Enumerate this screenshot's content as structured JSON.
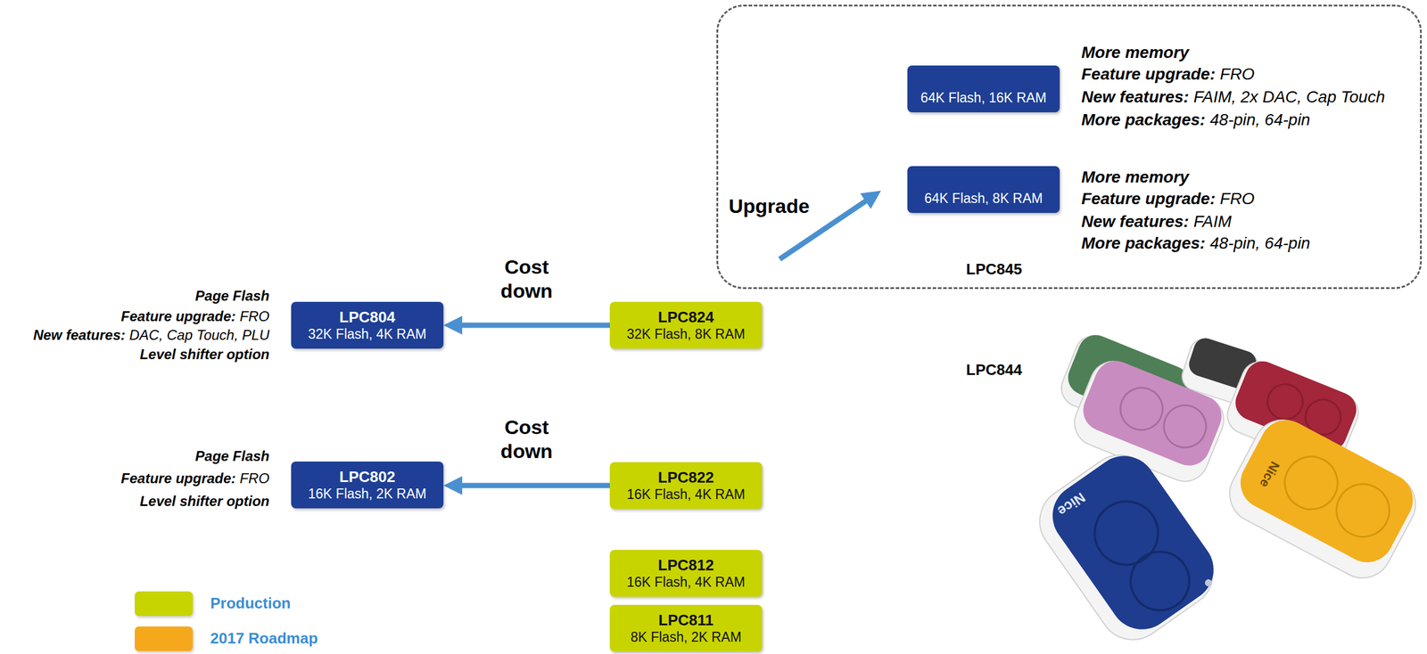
{
  "diagram": {
    "nodes": [
      {
        "text": [
          "Upgrade"
        ]
      },
      {
        "text": [
          "LPC845",
          "64K Flash, 16K RAM"
        ],
        "in": 0
      },
      {
        "text": [
          "LPC844",
          "64K Flash, 8K RAM"
        ],
        "in": 0
      },
      {
        "text": [
          "LPC804",
          "32K Flash, 4K RAM"
        ]
      },
      {
        "text": [
          "LPC824",
          "32K Flash, 8K RAM"
        ]
      },
      {
        "text": [
          "LPC802",
          "16K Flash, 2K RAM"
        ]
      },
      {
        "text": [
          "LPC822",
          "16K Flash, 4K RAM"
        ]
      },
      {
        "text": [
          "LPC812",
          "16K Flash, 4K RAM"
        ]
      },
      {
        "text": [
          "LPC811",
          "8K Flash, 2K RAM"
        ]
      }
    ],
    "edges": [
      {
        "from": 4,
        "to": 3,
        "arrow": "to",
        "label": "Cost down"
      },
      {
        "from": 6,
        "to": 5,
        "arrow": "to",
        "label": "Cost down"
      }
    ],
    "labels": [
      "More memory",
      "Feature upgrade:",
      "FRO",
      "New features:",
      "FAIM, 2x DAC, Cap Touch",
      "More packages:",
      "48-pin, 64-pin",
      "More memory",
      "Feature upgrade:",
      "FRO",
      "New features:",
      "FAIM",
      "More packages:",
      "48-pin, 64-pin",
      "Page Flash",
      "Feature upgrade:",
      "FRO",
      "New features:",
      "DAC, Cap Touch, PLU",
      "Level shifter option",
      "Page Flash",
      "Feature upgrade:",
      "FRO",
      "Level shifter option",
      "Nice",
      "Nice"
    ],
    "legend": [
      {
        "text": "Production",
        "color": "#c8d400"
      },
      {
        "text": "2017 Roadmap",
        "color": "#f6a81c"
      }
    ]
  }
}
